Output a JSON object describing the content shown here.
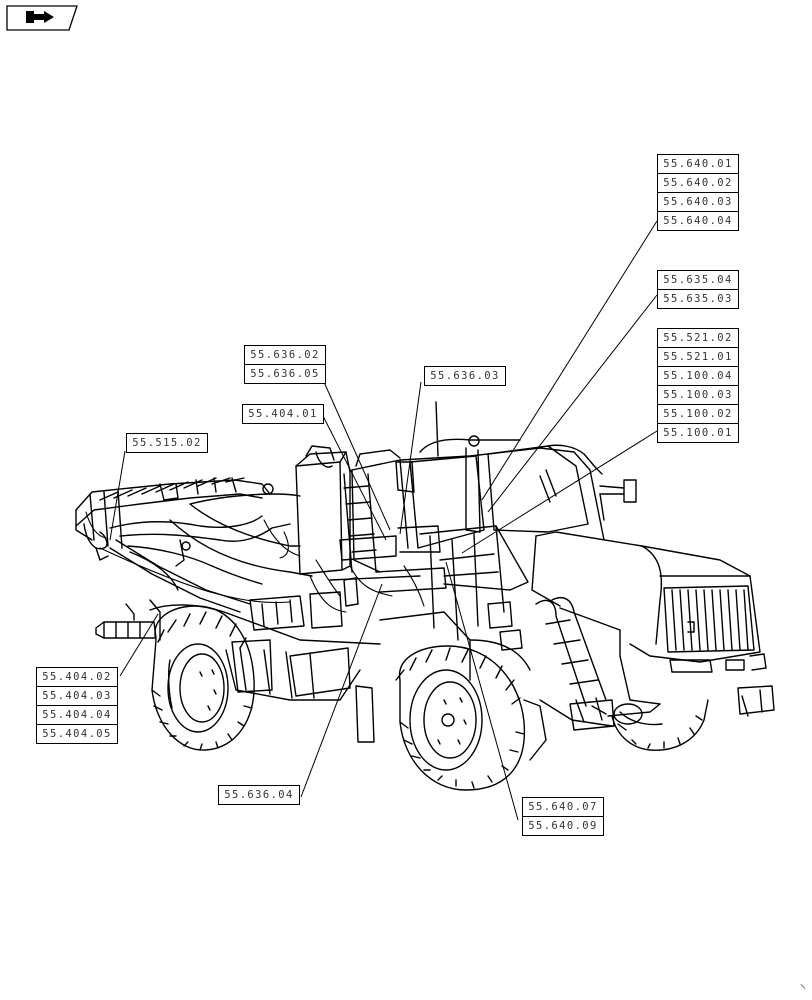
{
  "page": {
    "background": "#ffffff",
    "line_color": "#000000",
    "text_color": "#333333"
  },
  "nav": {
    "icon": "vehicle-arrow-icon"
  },
  "callouts": {
    "top_right": [
      "55.640.01",
      "55.640.02",
      "55.640.03",
      "55.640.04"
    ],
    "mid_right_a": [
      "55.635.04",
      "55.635.03"
    ],
    "mid_right_b": [
      "55.521.02",
      "55.521.01",
      "55.100.04",
      "55.100.03",
      "55.100.02",
      "55.100.01"
    ],
    "left_upper": [
      "55.636.02",
      "55.636.05"
    ],
    "center_upper": [
      "55.636.03"
    ],
    "left_mid": [
      "55.404.01"
    ],
    "left_boom": [
      "55.515.02"
    ],
    "left_lower": [
      "55.404.02",
      "55.404.03",
      "55.404.04",
      "55.404.05"
    ],
    "bottom_center": [
      "55.636.04"
    ],
    "bottom_right": [
      "55.640.07",
      "55.640.09"
    ]
  }
}
